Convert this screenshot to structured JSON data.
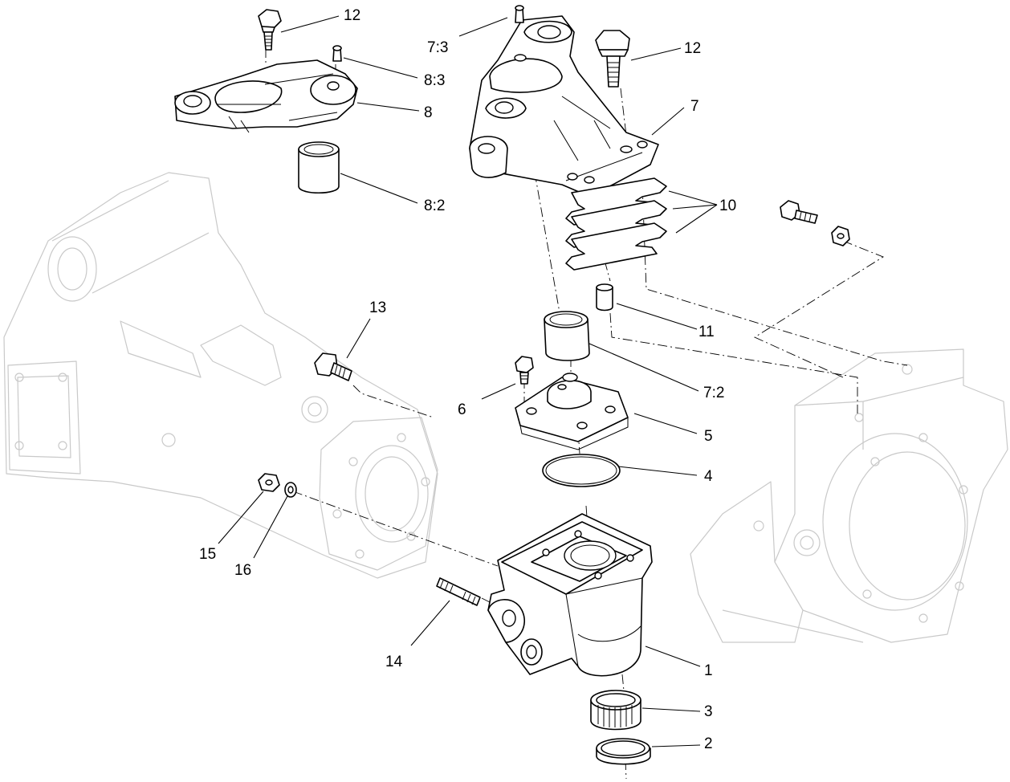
{
  "callouts": {
    "c1": "1",
    "c2": "2",
    "c3": "3",
    "c4": "4",
    "c5": "5",
    "c6": "6",
    "c7": "7",
    "c7_2": "7:2",
    "c7_3": "7:3",
    "c8": "8",
    "c8_2": "8:2",
    "c8_3": "8:3",
    "c10": "10",
    "c11": "11",
    "c12_left": "12",
    "c12_right": "12",
    "c13": "13",
    "c14": "14",
    "c15": "15",
    "c16": "16"
  },
  "colors": {
    "line": "#000000",
    "context_outline": "#c9c9c9",
    "background": "#ffffff"
  }
}
